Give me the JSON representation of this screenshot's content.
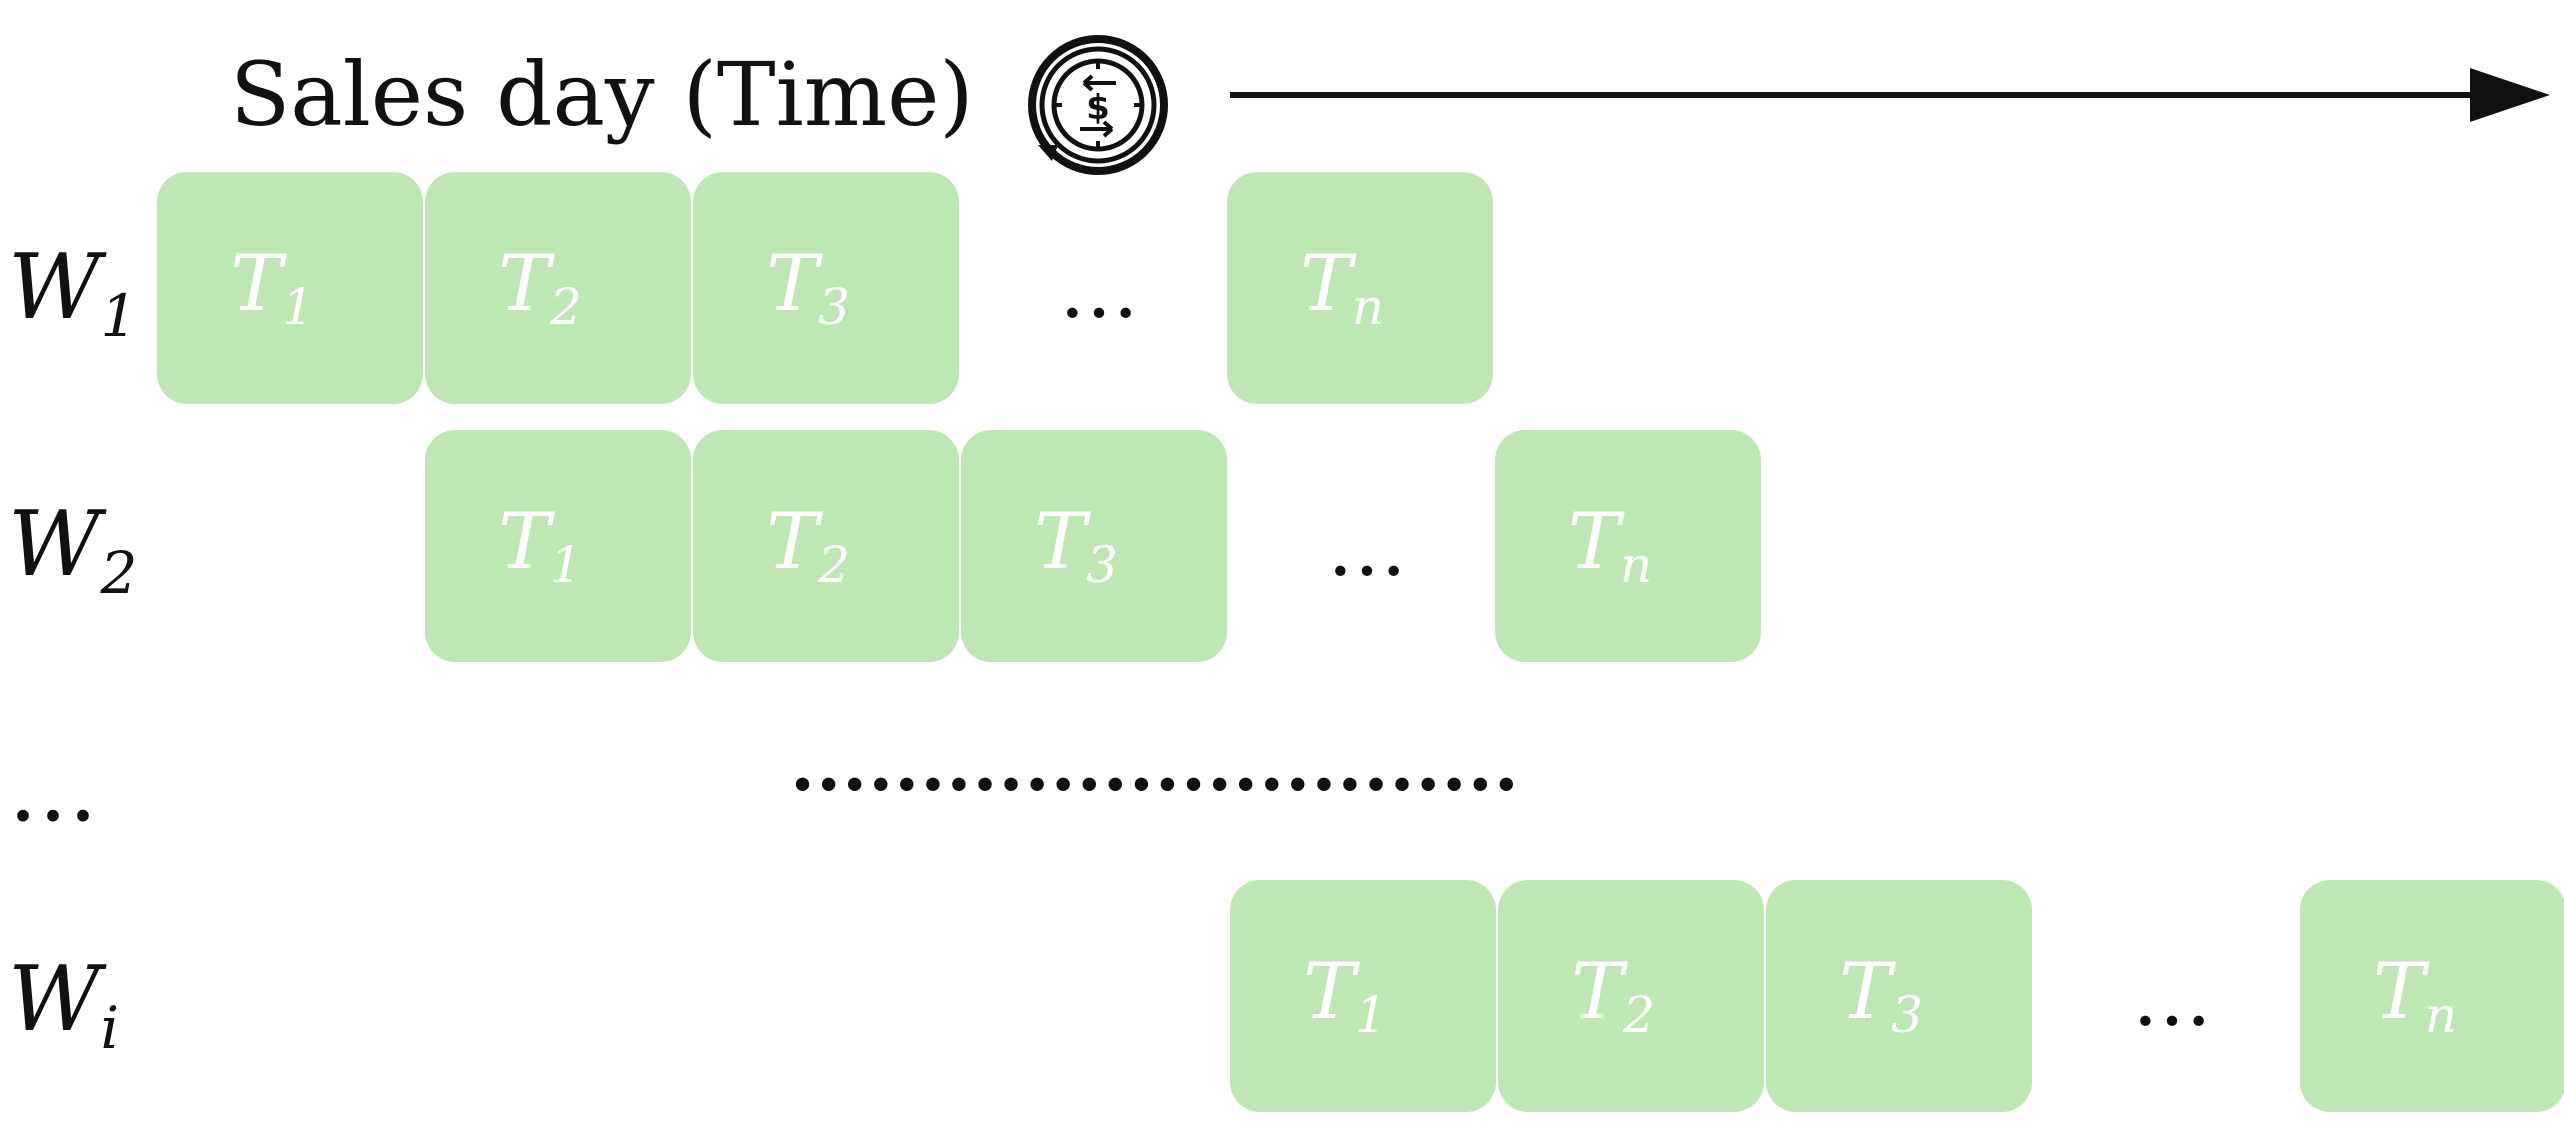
{
  "title": "Sales day (Time)",
  "icon": "clock-dollar-icon",
  "colors": {
    "box": "#bfe6b5",
    "text": "#111111",
    "boxText": "#ffffff"
  },
  "rows": [
    {
      "label_main": "W",
      "label_sub": "1",
      "cells": [
        {
          "main": "T",
          "sub": "1"
        },
        {
          "main": "T",
          "sub": "2"
        },
        {
          "main": "T",
          "sub": "3"
        },
        {
          "main": "…",
          "sub": ""
        },
        {
          "main": "T",
          "sub": "n"
        }
      ]
    },
    {
      "label_main": "W",
      "label_sub": "2",
      "cells": [
        {
          "main": "T",
          "sub": "1"
        },
        {
          "main": "T",
          "sub": "2"
        },
        {
          "main": "T",
          "sub": "3"
        },
        {
          "main": "…",
          "sub": ""
        },
        {
          "main": "T",
          "sub": "n"
        }
      ]
    },
    {
      "label_main": "…",
      "label_sub": "",
      "cells": [],
      "dots": "............................"
    },
    {
      "label_main": "W",
      "label_sub": "i",
      "cells": [
        {
          "main": "T",
          "sub": "1"
        },
        {
          "main": "T",
          "sub": "2"
        },
        {
          "main": "T",
          "sub": "3"
        },
        {
          "main": "…",
          "sub": ""
        },
        {
          "main": "T",
          "sub": "n"
        }
      ]
    }
  ]
}
